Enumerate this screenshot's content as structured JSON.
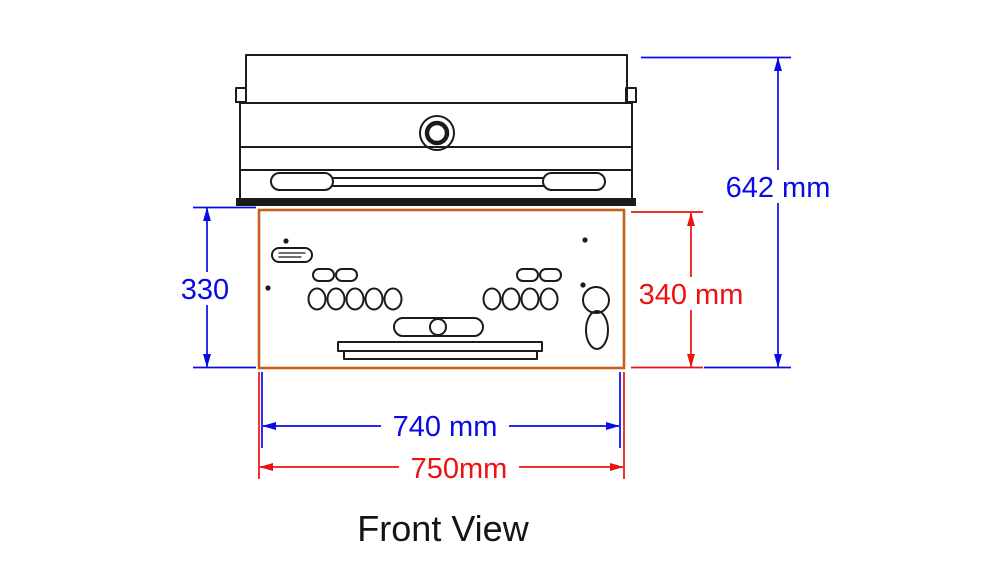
{
  "title": "Front View",
  "colors": {
    "drawing_line": "#1b1b1b",
    "cabinet_outline": "#c7601a",
    "dimension_blue": "#0a0ae6",
    "dimension_red": "#ee1111",
    "background": "#ffffff"
  },
  "dimensions": {
    "overall_height": {
      "label": "642 mm",
      "value": 642,
      "orientation": "vertical",
      "color": "blue"
    },
    "left_height": {
      "label": "330",
      "value": 330,
      "orientation": "vertical",
      "color": "blue"
    },
    "right_height": {
      "label": "340 mm",
      "value": 340,
      "orientation": "vertical",
      "color": "red"
    },
    "inner_width": {
      "label": "740 mm",
      "value": 740,
      "orientation": "horizontal",
      "color": "blue"
    },
    "outer_width": {
      "label": "750mm",
      "value": 750,
      "orientation": "horizontal",
      "color": "red"
    }
  }
}
